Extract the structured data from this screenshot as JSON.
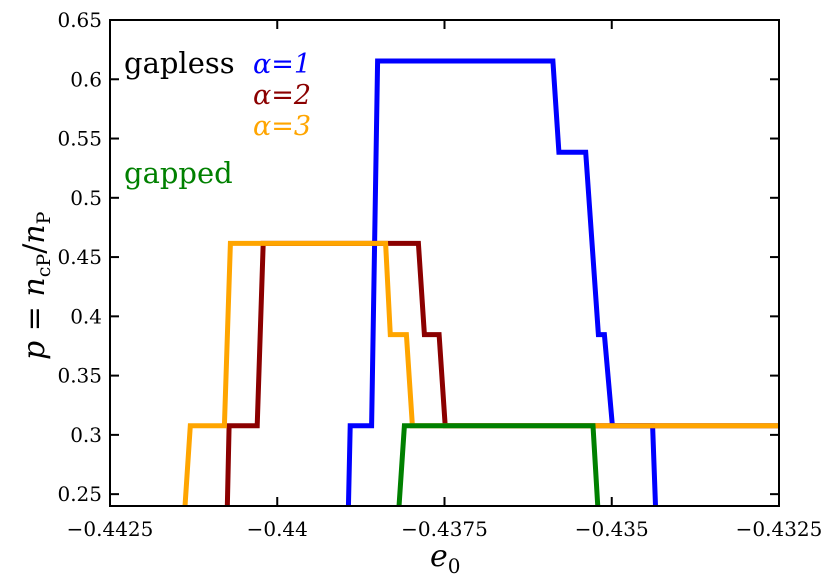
{
  "chart_data": {
    "type": "line",
    "title": "",
    "xlabel": "e_0",
    "ylabel": "p = n_cP / n_P",
    "xlim": [
      -0.4425,
      -0.4325
    ],
    "ylim": [
      0.24,
      0.65
    ],
    "grid": false,
    "x_ticks": [
      -0.4425,
      -0.44,
      -0.4375,
      -0.435,
      -0.4325
    ],
    "x_tick_labels": [
      "−0.4425",
      "−0.44",
      "−0.4375",
      "−0.435",
      "−0.4325"
    ],
    "y_ticks": [
      0.25,
      0.3,
      0.35,
      0.4,
      0.45,
      0.5,
      0.55,
      0.6,
      0.65
    ],
    "y_tick_labels": [
      "0.25",
      "0.3",
      "0.35",
      "0.4",
      "0.45",
      "0.5",
      "0.55",
      "0.6",
      "0.65"
    ],
    "legend": {
      "position": "upper left",
      "groups": [
        {
          "label": "gapless",
          "color": "#000000",
          "entries": [
            "α = 1",
            "α = 2",
            "α = 3"
          ]
        },
        {
          "label": "gapped",
          "color": "#008000",
          "entries": []
        }
      ]
    },
    "series": [
      {
        "name": "gapless α = 1",
        "color": "#0000ff",
        "x": [
          -0.43894,
          -0.43891,
          -0.43859,
          -0.4385,
          -0.43588,
          -0.43579,
          -0.43539,
          -0.4352,
          -0.43511,
          -0.43499,
          -0.43439,
          -0.43434
        ],
        "y": [
          0.2308,
          0.3077,
          0.3077,
          0.6154,
          0.6154,
          0.5385,
          0.5385,
          0.3846,
          0.3846,
          0.3077,
          0.3077,
          0.2308
        ]
      },
      {
        "name": "gapless α = 2",
        "color": "#8b0000",
        "x": [
          -0.44075,
          -0.44072,
          -0.4403,
          -0.44021,
          -0.43789,
          -0.4378,
          -0.43758,
          -0.43749,
          -0.4325
        ],
        "y": [
          0.2308,
          0.3077,
          0.3077,
          0.4615,
          0.4615,
          0.3846,
          0.3846,
          0.3077,
          0.3077
        ]
      },
      {
        "name": "gapless α = 3",
        "color": "#ffa500",
        "x": [
          -0.44139,
          -0.4413,
          -0.44079,
          -0.4407,
          -0.43838,
          -0.43831,
          -0.43807,
          -0.43798,
          -0.4325
        ],
        "y": [
          0.2308,
          0.3077,
          0.3077,
          0.4615,
          0.4615,
          0.3846,
          0.3846,
          0.3077,
          0.3077
        ]
      },
      {
        "name": "gapped",
        "color": "#008000",
        "x": [
          -0.43819,
          -0.4381,
          -0.43528,
          -0.4352
        ],
        "y": [
          0.2308,
          0.3077,
          0.3077,
          0.2308
        ]
      }
    ]
  },
  "labels": {
    "gapless": "gapless",
    "gapped": "gapped",
    "alpha1": "α=1",
    "alpha2": "α=2",
    "alpha3": "α=3",
    "xlabel_main": "e",
    "xlabel_sub": "0",
    "ylabel_p": "p",
    "ylabel_eq": " = ",
    "ylabel_n1": "n",
    "ylabel_sub1": "cP",
    "ylabel_slash": "/",
    "ylabel_n2": "n",
    "ylabel_sub2": "P"
  }
}
